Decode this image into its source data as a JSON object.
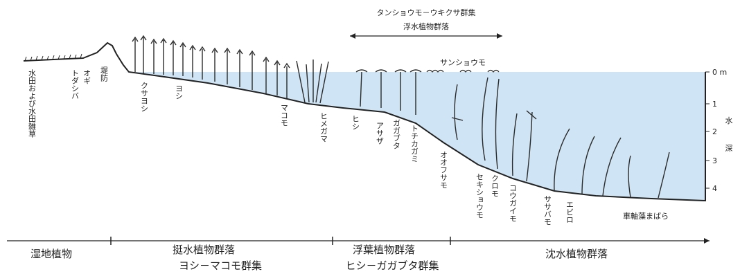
{
  "colors": {
    "water": "#cfe4f4",
    "ink": "#222222",
    "plant": "#2a2a2a"
  },
  "header": {
    "community": "タンショウモ－ウキクサ群集",
    "floating_plants": "浮水植物群落"
  },
  "labels": {
    "paddy": "水田および水田雑草",
    "ogi": "オギ",
    "todashiba": "トダシバ",
    "embankment": "堤防",
    "kusayoshi": "クサヨシ",
    "yoshi": "ヨシ",
    "makomo": "マコモ",
    "himegama": "ヒメガマ",
    "hishi": "ヒシ",
    "asaza": "アサザ",
    "gagabuta": "ガガブタ",
    "tochikagami": "トチカガミ",
    "sanshoumo": "サンショウモ",
    "ofusamo": "オオフサモ",
    "sekishoumo": "セキショウモ",
    "kuromo": "クロモ",
    "kougaimo": "コウガイモ",
    "sasabamo": "ササバモ",
    "ebiro": "エビロ",
    "sharinmo": "車軸藻まばら"
  },
  "depth": {
    "ticks": [
      "0 m",
      "1",
      "2",
      "3",
      "4"
    ],
    "label_1": "水",
    "label_2": "深"
  },
  "zones": {
    "wetland": "湿地植物",
    "emergent": "挺水植物群落",
    "emergent_sub": "ヨシ－マコモ群集",
    "floating_leaf": "浮葉植物群落",
    "floating_leaf_sub": "ヒシ－ガガブタ群集",
    "submerged": "沈水植物群落"
  }
}
